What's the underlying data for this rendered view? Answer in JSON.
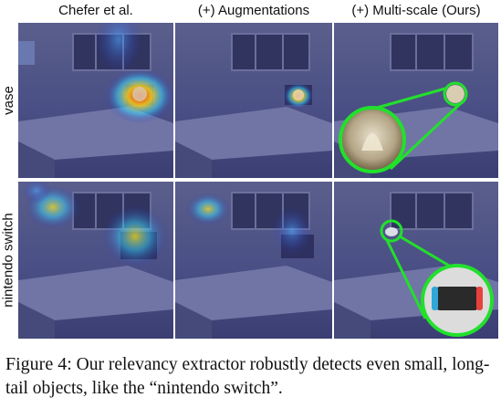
{
  "columns": [
    "Chefer et al.",
    "(+) Augmentations",
    "(+) Multi-scale (Ours)"
  ],
  "rows": [
    "vase",
    "nintendo switch"
  ],
  "caption": {
    "label": "Figure 4:",
    "text": "Our relevancy extractor robustly detects even small, long-tail objects, like the “nintendo switch”."
  },
  "colors": {
    "overlay": "#2b2fb8",
    "highlight_ring": "#22e02c",
    "heat_hot": "#ff3a1a",
    "heat_warm": "#ffd21a",
    "heat_cyan": "#3ad6ff"
  }
}
